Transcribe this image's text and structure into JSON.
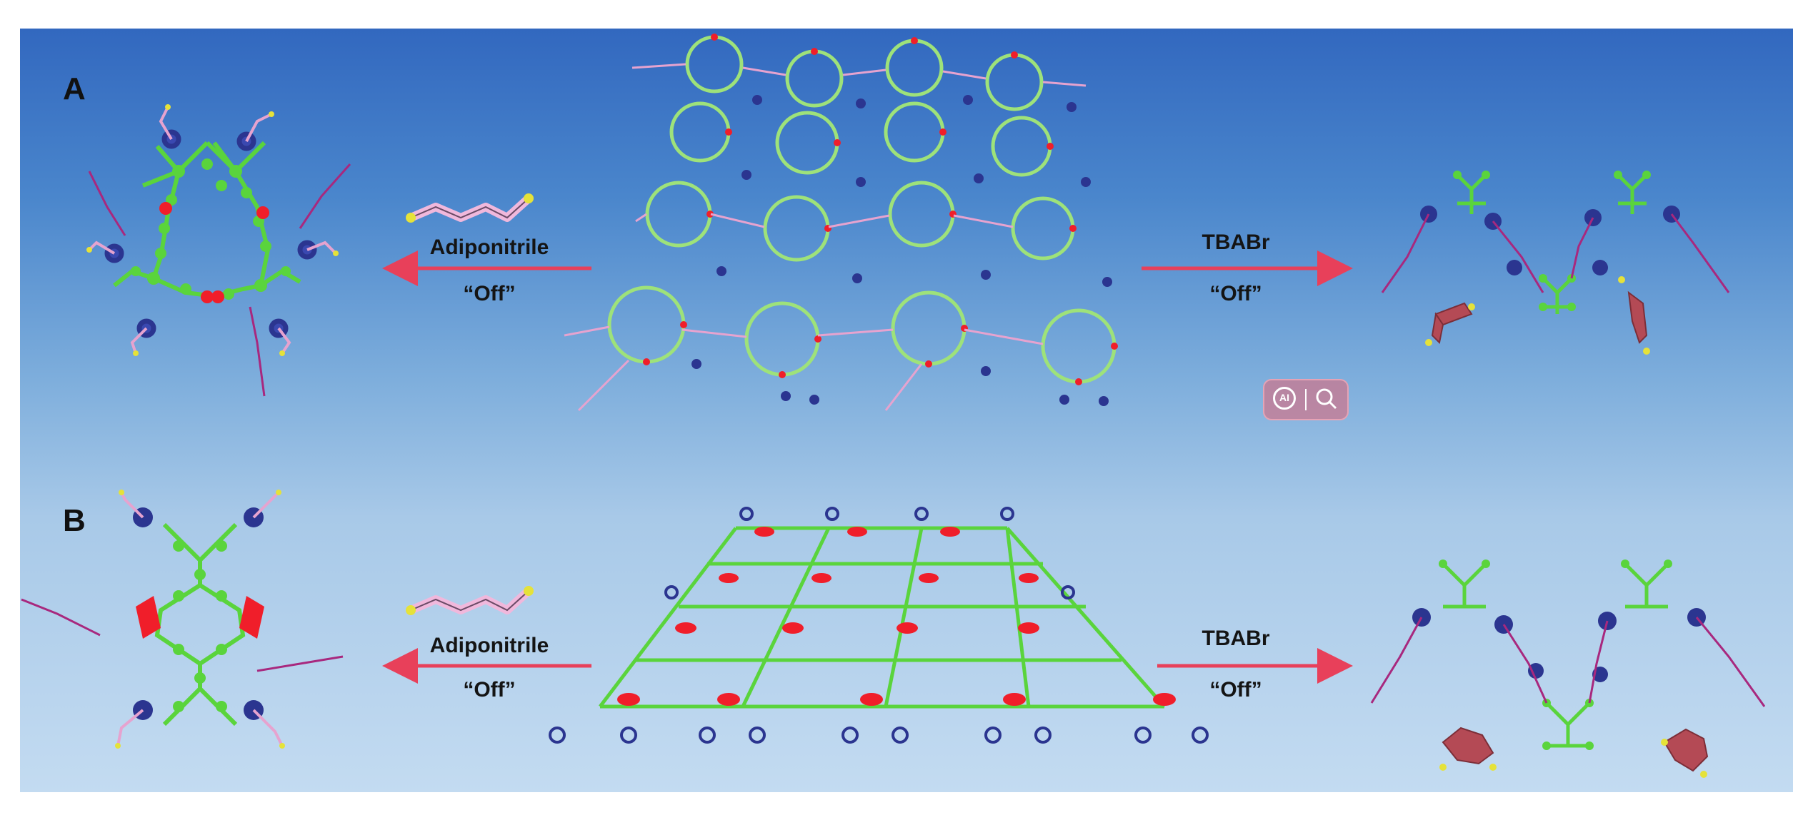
{
  "panels": [
    {
      "label": "A",
      "left_reaction": {
        "reagent": "Adiponitrile",
        "state": "“Off”"
      },
      "right_reaction": {
        "reagent": "TBABr",
        "state": "“Off”"
      }
    },
    {
      "label": "B",
      "left_reaction": {
        "reagent": "Adiponitrile",
        "state": "“Off”"
      },
      "right_reaction": {
        "reagent": "TBABr",
        "state": "“Off”"
      }
    }
  ],
  "colors": {
    "background_top": "#3268bf",
    "background_bottom": "#c3dbf1",
    "arrow": "#e8405a",
    "framework_green": "#5ad43c",
    "link_red": "#f01e2a",
    "imidazole_blue": "#2b3590",
    "chain_pink": "#e6a3cf",
    "chain_magenta": "#a8287e",
    "guest_red": "#b44a55",
    "terminal_yellow": "#e5e23a"
  },
  "icons": [
    "ai-icon",
    "search-icon"
  ]
}
